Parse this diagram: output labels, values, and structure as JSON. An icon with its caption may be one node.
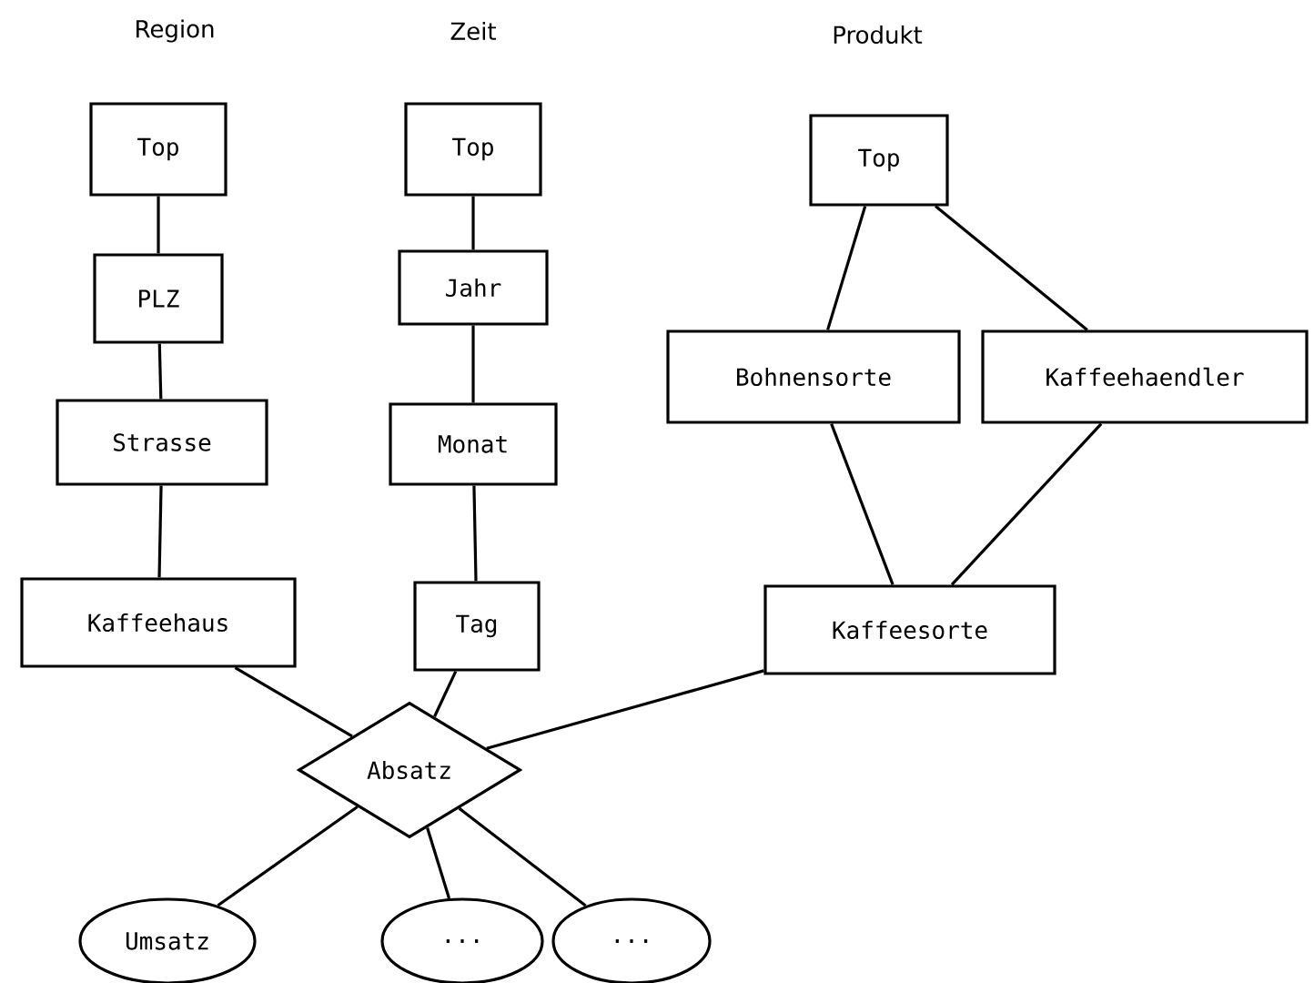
{
  "diagram": {
    "nodes": [
      {
        "text": [
          "Top"
        ]
      },
      {
        "text": [
          "PLZ"
        ]
      },
      {
        "text": [
          "Strasse"
        ]
      },
      {
        "text": [
          "Kaffeehaus"
        ]
      },
      {
        "text": [
          "Top"
        ]
      },
      {
        "text": [
          "Jahr"
        ]
      },
      {
        "text": [
          "Monat"
        ]
      },
      {
        "text": [
          "Tag"
        ]
      },
      {
        "text": [
          "Top"
        ]
      },
      {
        "text": [
          "Bohnensorte"
        ]
      },
      {
        "text": [
          "Kaffeehaendler"
        ]
      },
      {
        "text": [
          "Kaffeesorte"
        ]
      },
      {
        "text": [
          "Absatz"
        ]
      },
      {
        "text": [
          "Umsatz"
        ]
      },
      {
        "text": [
          "..."
        ]
      },
      {
        "text": [
          "..."
        ]
      }
    ],
    "edges": [
      {
        "from": 0,
        "to": 1,
        "arrow": "none"
      },
      {
        "from": 1,
        "to": 2,
        "arrow": "none"
      },
      {
        "from": 2,
        "to": 3,
        "arrow": "none"
      },
      {
        "from": 4,
        "to": 5,
        "arrow": "none"
      },
      {
        "from": 5,
        "to": 6,
        "arrow": "none"
      },
      {
        "from": 6,
        "to": 7,
        "arrow": "none"
      },
      {
        "from": 8,
        "to": 9,
        "arrow": "none"
      },
      {
        "from": 8,
        "to": 10,
        "arrow": "none"
      },
      {
        "from": 9,
        "to": 11,
        "arrow": "none"
      },
      {
        "from": 10,
        "to": 11,
        "arrow": "none"
      },
      {
        "from": 3,
        "to": 12,
        "arrow": "none"
      },
      {
        "from": 7,
        "to": 12,
        "arrow": "none"
      },
      {
        "from": 11,
        "to": 12,
        "arrow": "none"
      },
      {
        "from": 12,
        "to": 13,
        "arrow": "none"
      },
      {
        "from": 12,
        "to": 14,
        "arrow": "none"
      },
      {
        "from": 12,
        "to": 15,
        "arrow": "none"
      }
    ],
    "labels": [
      "Region",
      "Zeit",
      "Produkt"
    ]
  }
}
